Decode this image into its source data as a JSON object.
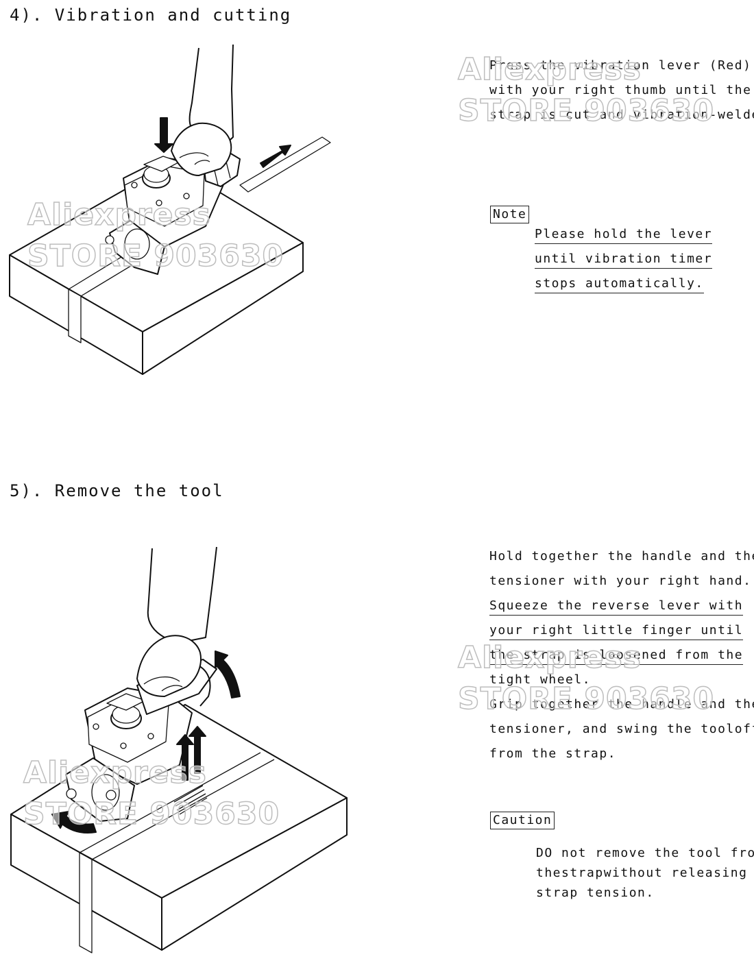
{
  "section4": {
    "heading": "4). Vibration and cutting",
    "lines": [
      "Press the vibration lever (Red)",
      "with your right thumb until the",
      "strap is cut and vibration-welded."
    ],
    "note_label": "Note",
    "note_lines": [
      "Please hold the lever",
      "until vibration timer",
      "stops automatically."
    ]
  },
  "section5": {
    "heading": "5). Remove the tool",
    "lines": [
      "Hold together the handle and the",
      "tensioner with your right hand."
    ],
    "underlined_lines": [
      "Squeeze the reverse lever with",
      "your right little finger until",
      "the strap is loosened from the"
    ],
    "lines_after": [
      "tight wheel.",
      "Grip together the handle and the",
      "tensioner, and swing the tooloff",
      "from the strap."
    ],
    "caution_label": "Caution",
    "caution_lines": [
      "DO not remove the tool from",
      "thestrapwithout releasing",
      "strap tension."
    ]
  },
  "watermark": {
    "line1": "Aliexpress",
    "line2": "STORE 903630"
  }
}
